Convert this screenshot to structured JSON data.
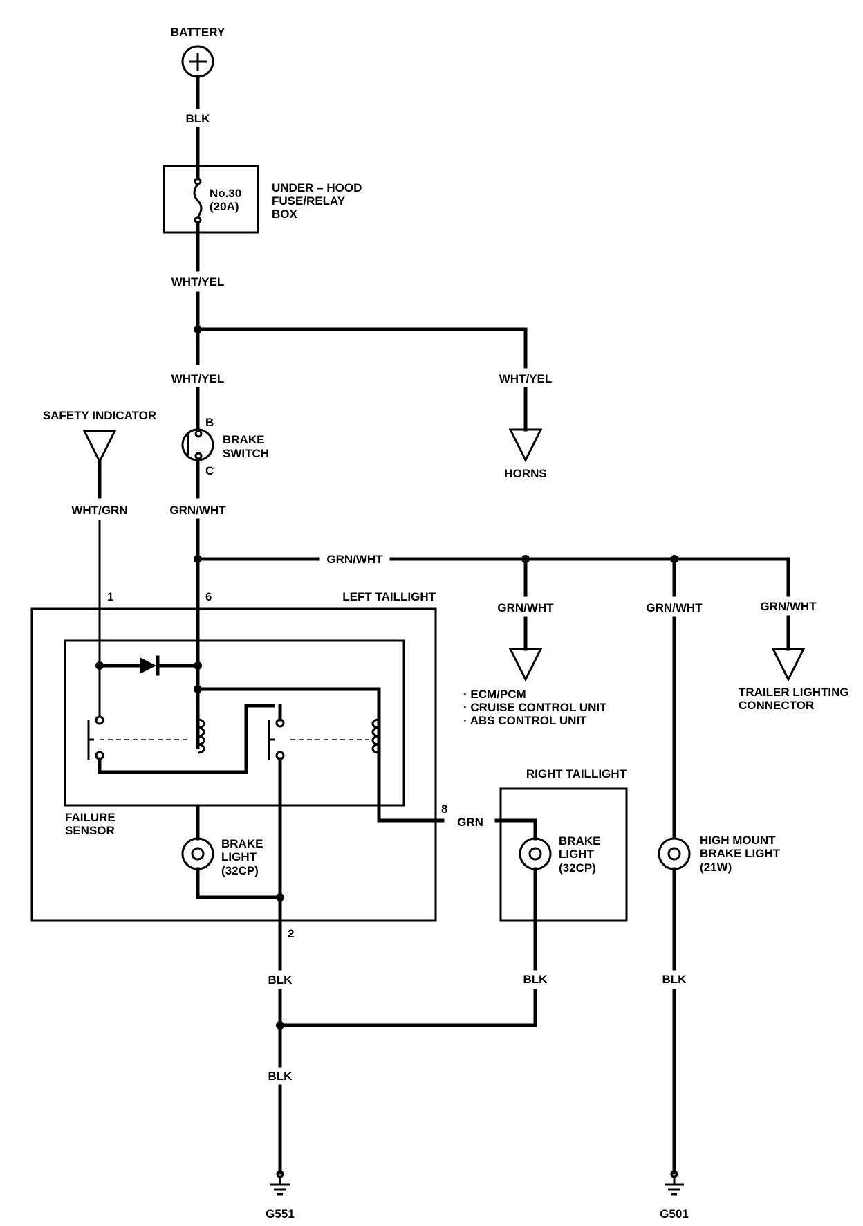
{
  "battery": {
    "label": "BATTERY",
    "wire": "BLK"
  },
  "fuse_box": {
    "fuse_name": "No.30",
    "fuse_rating": "(20A)",
    "label_line1": "UNDER – HOOD",
    "label_line2": "FUSE/RELAY",
    "label_line3": "BOX"
  },
  "wires": {
    "fuse_out": "WHT/YEL",
    "to_switch": "WHT/YEL",
    "to_horns": "WHT/YEL",
    "safety": "WHT/GRN",
    "switch_out": "GRN/WHT",
    "bus": "GRN/WHT",
    "to_ecm": "GRN/WHT",
    "to_highmount": "GRN/WHT",
    "to_trailer": "GRN/WHT",
    "to_right": "GRN",
    "left_ground": "BLK",
    "right_ground": "BLK",
    "common_ground": "BLK",
    "highmount_ground": "BLK"
  },
  "horns": {
    "label": "HORNS"
  },
  "safety_indicator": {
    "label": "SAFETY INDICATOR"
  },
  "brake_switch": {
    "label_line1": "BRAKE",
    "label_line2": "SWITCH",
    "pin_in": "B",
    "pin_out": "C"
  },
  "left_taillight": {
    "label": "LEFT TAILLIGHT",
    "pin_1": "1",
    "pin_6": "6",
    "pin_8": "8",
    "pin_2": "2",
    "failure_sensor_line1": "FAILURE",
    "failure_sensor_line2": "SENSOR",
    "bulb_line1": "BRAKE",
    "bulb_line2": "LIGHT",
    "bulb_line3": "(32CP)"
  },
  "ecm_list": [
    "· ECM/PCM",
    "· CRUISE CONTROL UNIT",
    "· ABS CONTROL UNIT"
  ],
  "trailer": {
    "label_line1": "TRAILER LIGHTING",
    "label_line2": "CONNECTOR"
  },
  "right_taillight": {
    "label": "RIGHT TAILLIGHT",
    "bulb_line1": "BRAKE",
    "bulb_line2": "LIGHT",
    "bulb_line3": "(32CP)"
  },
  "high_mount": {
    "label_line1": "HIGH MOUNT",
    "label_line2": "BRAKE LIGHT",
    "label_line3": "(21W)"
  },
  "grounds": {
    "left": "G551",
    "right": "G501"
  }
}
